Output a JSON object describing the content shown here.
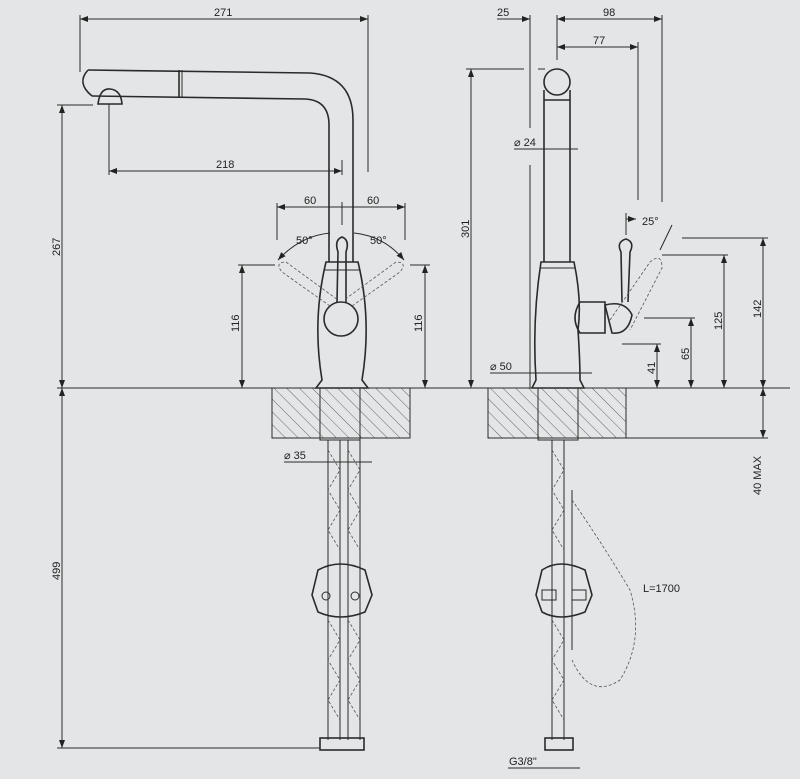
{
  "colors": {
    "background": "#e4e5e7",
    "line": "#2a2a2a"
  },
  "front_view": {
    "overall_reach": "271",
    "spout_reach": "218",
    "lever_left_offset": "60",
    "lever_right_offset": "60",
    "lever_left_angle": "50°",
    "lever_right_angle": "50°",
    "spout_height": "267",
    "lever_height_left": "116",
    "lever_height_right": "116",
    "hose_length": "499",
    "shank_diameter": "⌀ 35"
  },
  "side_view": {
    "rear_offset": "25",
    "total_depth": "98",
    "lever_depth": "77",
    "spout_diameter": "⌀ 24",
    "lever_angle": "25°",
    "total_height": "301",
    "lever_top_height": "142",
    "lever_open_height": "125",
    "handle_axis_height": "65",
    "handle_bottom_height": "41",
    "base_diameter": "⌀ 50",
    "max_counter_thickness": "40 MAX",
    "hose_pullout_length": "L=1700",
    "connection_thread": "G3/8\""
  }
}
